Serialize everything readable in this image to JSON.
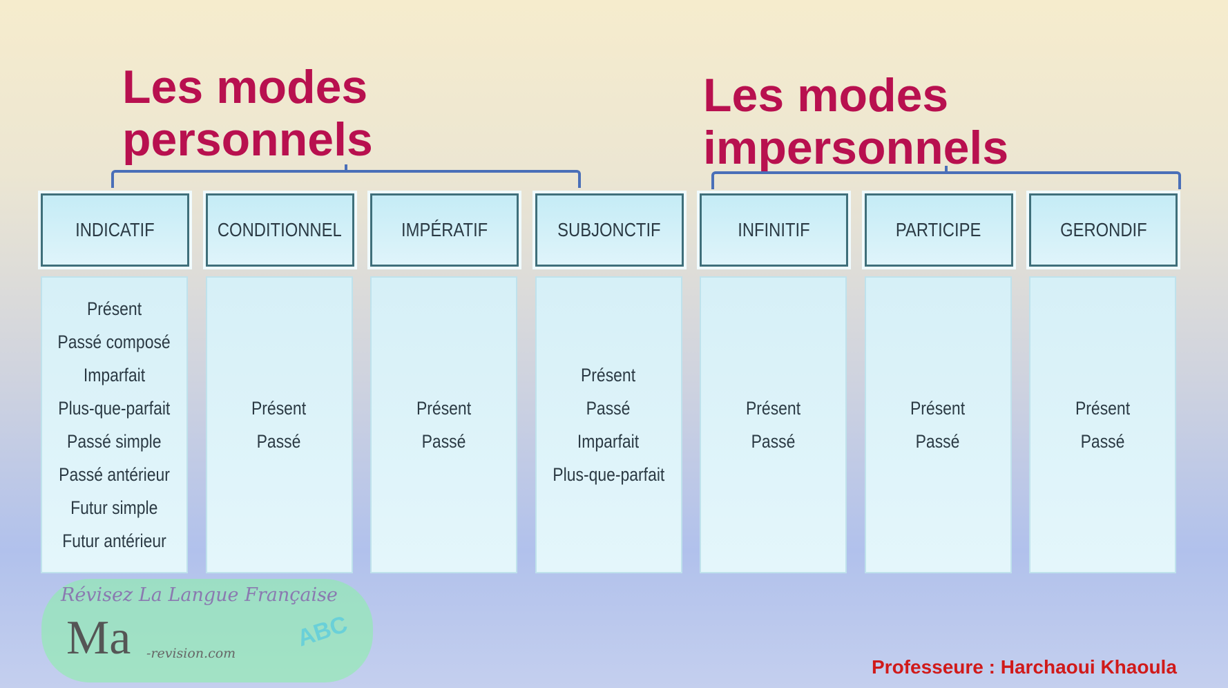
{
  "titles": {
    "personal": [
      "Les modes",
      "personnels"
    ],
    "impersonal": [
      "Les modes",
      "impersonnels"
    ]
  },
  "columns": [
    {
      "header": "INDICATIF",
      "tenses": [
        "Présent",
        "Passé composé",
        "Imparfait",
        "Plus-que-parfait",
        "Passé simple",
        "Passé antérieur",
        "Futur simple",
        "Futur antérieur"
      ]
    },
    {
      "header": "CONDITIONNEL",
      "tenses": [
        "Présent",
        "Passé"
      ]
    },
    {
      "header": "IMPÉRATIF",
      "tenses": [
        "Présent",
        "Passé"
      ]
    },
    {
      "header": "SUBJONCTIF",
      "tenses": [
        "Présent",
        "Passé",
        "Imparfait",
        "Plus-que-parfait"
      ]
    },
    {
      "header": "INFINITIF",
      "tenses": [
        "Présent",
        "Passé"
      ]
    },
    {
      "header": "PARTICIPE",
      "tenses": [
        "Présent",
        "Passé"
      ]
    },
    {
      "header": "GERONDIF",
      "tenses": [
        "Présent",
        "Passé"
      ]
    }
  ],
  "watermark": {
    "line1": "Révisez La Langue Française",
    "logo": "Ma",
    "domain": "-revision.com",
    "abc": "ABC"
  },
  "footer": "Professeure : Harchaoui Khaoula"
}
